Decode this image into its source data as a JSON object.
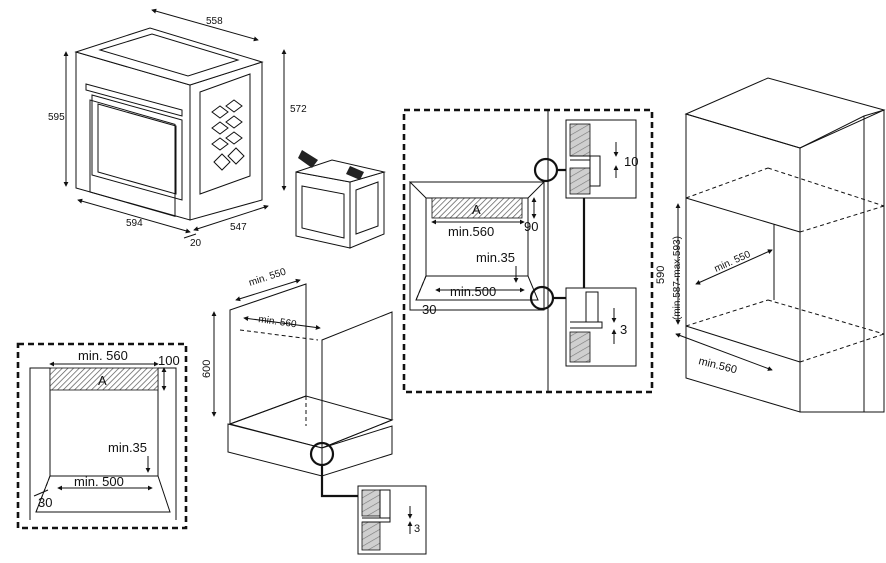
{
  "oven_dims": {
    "width_top": "558",
    "height_left": "595",
    "height_right": "572",
    "width_front": "594",
    "depth": "547",
    "door": "20"
  },
  "tall_unit_panel": {
    "width": "min. 560",
    "top_height": "100",
    "label_a": "A",
    "vent": "min.35",
    "base_width": "min. 500",
    "base_offset": "30"
  },
  "under_counter_panel": {
    "width": "min.560",
    "top_height": "90",
    "label_a": "A",
    "vent": "min.35",
    "base_width": "min.500",
    "base_offset": "30"
  },
  "detail_top": {
    "gap": "10"
  },
  "detail_bottom": {
    "gap": "3"
  },
  "cabinet": {
    "depth": "min. 550",
    "width": "min. 560",
    "height": "600",
    "detail_gap": "3"
  },
  "tall_cabinet": {
    "depth": "min. 550",
    "height": "590",
    "height_range": "(min.587-max.593)",
    "width": "min.560"
  }
}
